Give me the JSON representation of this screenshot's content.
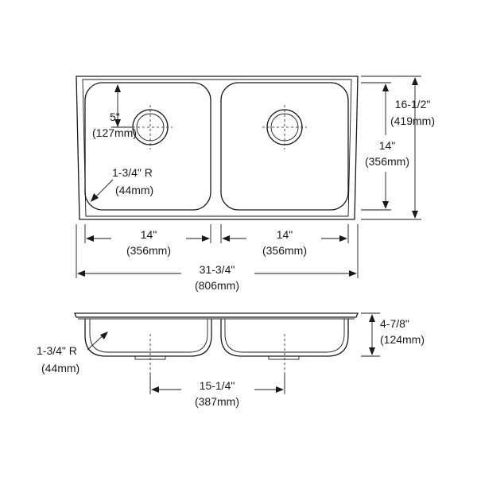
{
  "labels": {
    "bowl_width_left": "14\"",
    "bowl_width_left_mm": "(356mm)",
    "bowl_width_right": "14\"",
    "bowl_width_right_mm": "(356mm)",
    "overall_width": "31-3/4\"",
    "overall_width_mm": "(806mm)",
    "overall_depth": "16-1/2\"",
    "overall_depth_mm": "(419mm)",
    "bowl_depth": "14\"",
    "bowl_depth_mm": "(356mm)",
    "drain_offset": "5\"",
    "drain_offset_mm": "(127mm)",
    "corner_radius_top": "1-3/4\" R",
    "corner_radius_top_mm": "(44mm)",
    "corner_radius_side": "1-3/4\" R",
    "corner_radius_side_mm": "(44mm)",
    "bowl_height": "4-7/8\"",
    "bowl_height_mm": "(124mm)",
    "drain_spacing": "15-1/4\"",
    "drain_spacing_mm": "(387mm)"
  }
}
